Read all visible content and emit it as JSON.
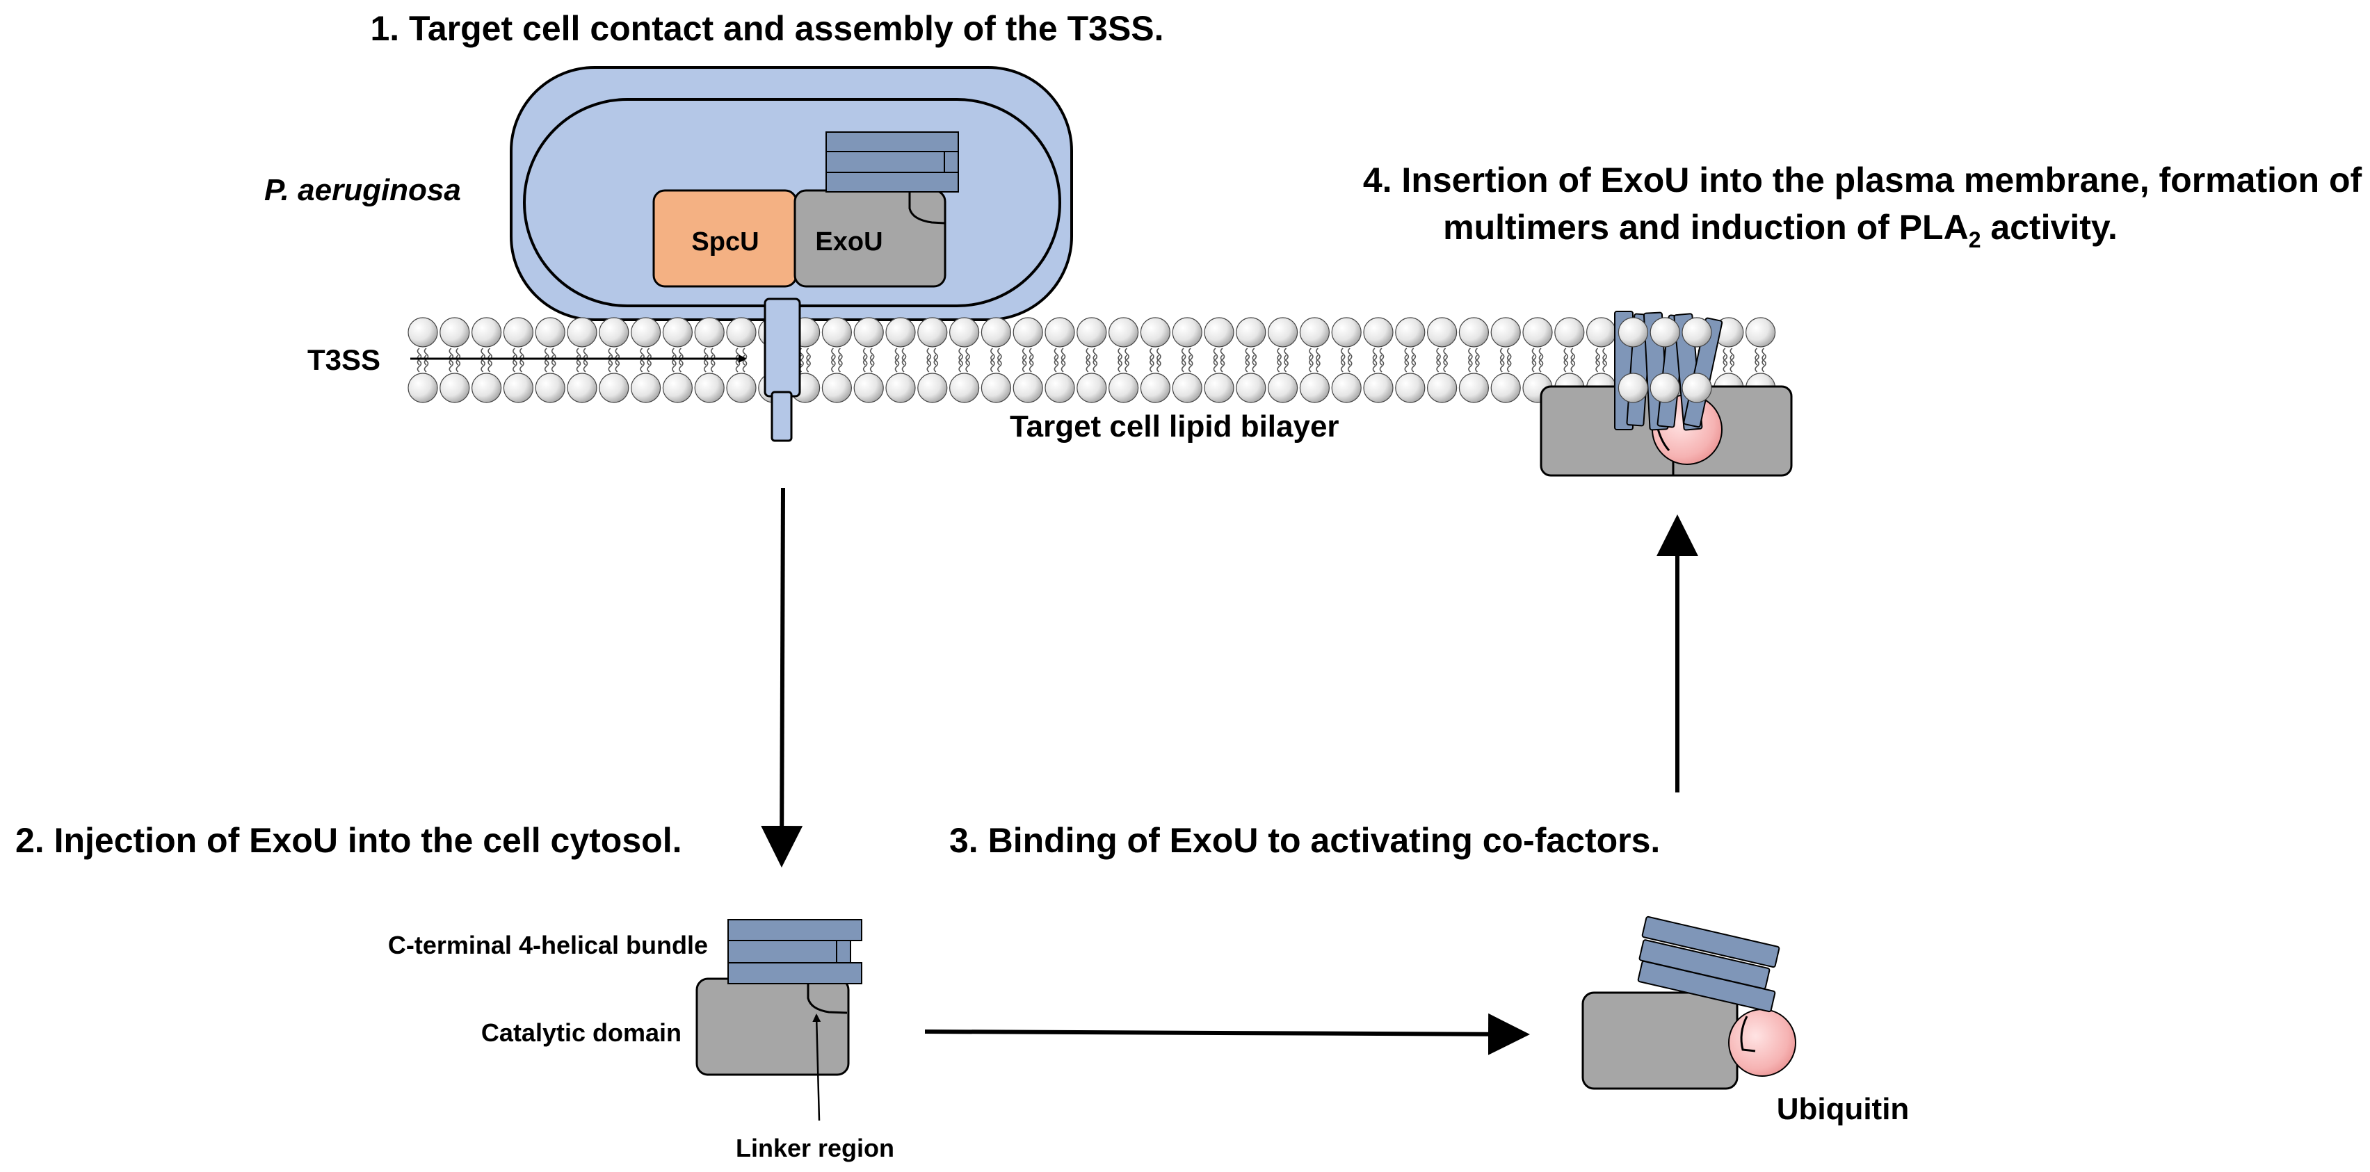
{
  "steps": {
    "step1": "1. Target cell contact and assembly of the T3SS.",
    "step2": "2. Injection of ExoU into the cell cytosol.",
    "step3": "3. Binding of ExoU to activating co-factors.",
    "step4_line1": "4. Insertion of ExoU into the plasma membrane, formation of",
    "step4_line2_pre": "multimers and induction of PLA",
    "step4_line2_sub": "2",
    "step4_line2_post": " activity."
  },
  "labels": {
    "organism": "P. aeruginosa",
    "spcu": "SpcU",
    "exou": "ExoU",
    "t3ss": "T3SS",
    "bilayer": "Target cell lipid bilayer",
    "helical_bundle": "C-terminal 4-helical bundle",
    "catalytic_domain": "Catalytic domain",
    "linker_region": "Linker region",
    "ubiquitin": "Ubiquitin"
  },
  "colors": {
    "bacterium_fill": "#b4c7e7",
    "bacterium_stroke": "#000000",
    "spcu_fill": "#f4b183",
    "domain_gray": "#a6a6a6",
    "helix_blue": "#7f96b8",
    "ubiquitin_pink": "#f4a6a6",
    "lipid_head": "#e0e0e0"
  }
}
